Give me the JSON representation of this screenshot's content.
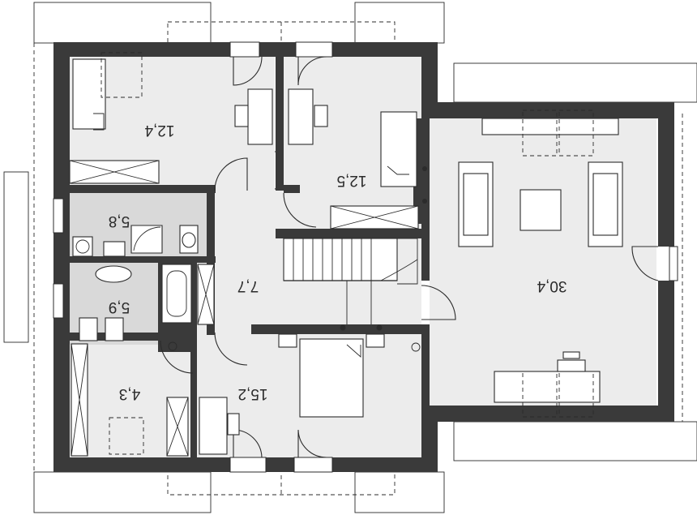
{
  "rooms": [
    {
      "id": "bedroom-nw",
      "area": "12,4"
    },
    {
      "id": "bedroom-ne",
      "area": "12,5"
    },
    {
      "id": "bathroom-upper",
      "area": "5,8"
    },
    {
      "id": "bathroom-lower",
      "area": "5,9"
    },
    {
      "id": "hall",
      "area": "7,7"
    },
    {
      "id": "living-room",
      "area": "30,4"
    },
    {
      "id": "dressing-room",
      "area": "4,3"
    },
    {
      "id": "bedroom-south",
      "area": "15,2"
    }
  ],
  "colors": {
    "wall": "#3a3a3a",
    "floor": "#ececec",
    "wet_floor": "#d9d9d9",
    "line": "#2b2b2b"
  }
}
